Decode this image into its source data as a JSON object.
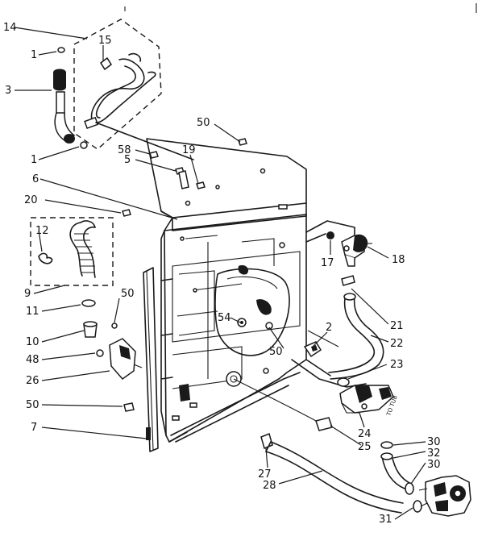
{
  "diagram": {
    "callouts": [
      {
        "id": "c14",
        "label": "14"
      },
      {
        "id": "c15",
        "label": "15"
      },
      {
        "id": "c1a",
        "label": "1"
      },
      {
        "id": "c3",
        "label": "3"
      },
      {
        "id": "c1b",
        "label": "1"
      },
      {
        "id": "c6",
        "label": "6"
      },
      {
        "id": "c20",
        "label": "20"
      },
      {
        "id": "c58",
        "label": "58"
      },
      {
        "id": "c5",
        "label": "5"
      },
      {
        "id": "c19",
        "label": "19"
      },
      {
        "id": "c50a",
        "label": "50"
      },
      {
        "id": "c12",
        "label": "12"
      },
      {
        "id": "c9",
        "label": "9"
      },
      {
        "id": "c11",
        "label": "11"
      },
      {
        "id": "c50b",
        "label": "50"
      },
      {
        "id": "c10",
        "label": "10"
      },
      {
        "id": "c48",
        "label": "48"
      },
      {
        "id": "c26",
        "label": "26"
      },
      {
        "id": "c50c",
        "label": "50"
      },
      {
        "id": "c7",
        "label": "7"
      },
      {
        "id": "c54",
        "label": "54"
      },
      {
        "id": "c50d",
        "label": "50"
      },
      {
        "id": "c17",
        "label": "17"
      },
      {
        "id": "c18",
        "label": "18"
      },
      {
        "id": "c2",
        "label": "2"
      },
      {
        "id": "c21",
        "label": "21"
      },
      {
        "id": "c22",
        "label": "22"
      },
      {
        "id": "c23",
        "label": "23"
      },
      {
        "id": "c24",
        "label": "24"
      },
      {
        "id": "c25",
        "label": "25"
      },
      {
        "id": "c27",
        "label": "27"
      },
      {
        "id": "c28",
        "label": "28"
      },
      {
        "id": "c30a",
        "label": "30"
      },
      {
        "id": "c32",
        "label": "32"
      },
      {
        "id": "c30b",
        "label": "30"
      },
      {
        "id": "c31",
        "label": "31"
      }
    ],
    "tub_note": "TO TUB"
  }
}
